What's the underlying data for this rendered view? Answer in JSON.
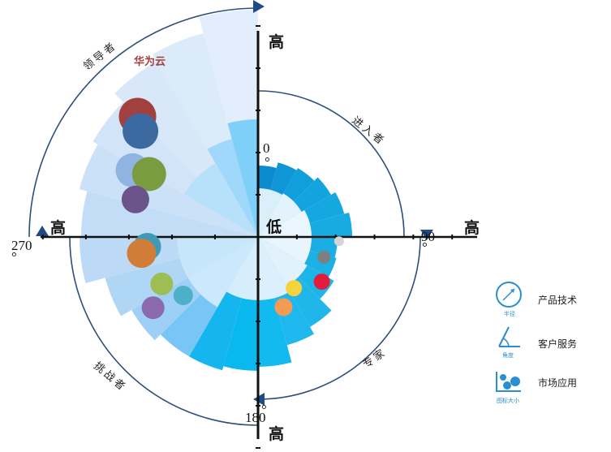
{
  "chart_data": {
    "type": "polar-bubble",
    "axis_labels": {
      "top": "高",
      "right": "高",
      "bottom": "高",
      "left": "高",
      "center": "低"
    },
    "angle_labels": {
      "a0": "0",
      "a90": "90",
      "a180": "180",
      "a270": "270",
      "degree_mark": "°"
    },
    "zones": [
      {
        "name": "领导者",
        "start": 270,
        "end": 360
      },
      {
        "name": "进入者",
        "start": 0,
        "end": 90
      },
      {
        "name": "专家",
        "start": 90,
        "end": 180
      },
      {
        "name": "挑战者",
        "start": 180,
        "end": 270
      }
    ],
    "brand_label": "华为云",
    "wedges": [
      {
        "start": 0,
        "end": 15,
        "r": 88,
        "color": "#0b8ccf"
      },
      {
        "start": 15,
        "end": 30,
        "r": 95,
        "color": "#0e96d6"
      },
      {
        "start": 30,
        "end": 45,
        "r": 98,
        "color": "#119fdc"
      },
      {
        "start": 45,
        "end": 60,
        "r": 104,
        "color": "#13a4df"
      },
      {
        "start": 60,
        "end": 75,
        "r": 110,
        "color": "#15a8e0"
      },
      {
        "start": 75,
        "end": 90,
        "r": 116,
        "color": "#17abe2"
      },
      {
        "start": 90,
        "end": 105,
        "r": 98,
        "color": "#1aaee3"
      },
      {
        "start": 105,
        "end": 120,
        "r": 100,
        "color": "#1cb1e5"
      },
      {
        "start": 120,
        "end": 135,
        "r": 108,
        "color": "#1fb4e7"
      },
      {
        "start": 135,
        "end": 150,
        "r": 128,
        "color": "#20b6ea"
      },
      {
        "start": 150,
        "end": 165,
        "r": 138,
        "color": "#1fb8ee"
      },
      {
        "start": 165,
        "end": 180,
        "r": 160,
        "color": "#13baf0"
      },
      {
        "start": 180,
        "end": 195,
        "r": 165,
        "color": "#0ab8f0"
      },
      {
        "start": 195,
        "end": 210,
        "r": 170,
        "color": "#15b6ef"
      },
      {
        "start": 210,
        "end": 225,
        "r": 170,
        "color": "#78c6f6"
      },
      {
        "start": 225,
        "end": 240,
        "r": 180,
        "color": "#9ed0f6"
      },
      {
        "start": 240,
        "end": 255,
        "r": 195,
        "color": "#b0d6f6"
      },
      {
        "start": 255,
        "end": 270,
        "r": 220,
        "color": "#bcdaf6"
      },
      {
        "start": 270,
        "end": 285,
        "r": 218,
        "color": "#c3ddf6"
      },
      {
        "start": 285,
        "end": 300,
        "r": 228,
        "color": "#cbe1f7"
      },
      {
        "start": 300,
        "end": 315,
        "r": 235,
        "color": "#d2e4f7"
      },
      {
        "start": 315,
        "end": 330,
        "r": 250,
        "color": "#d8e8f8"
      },
      {
        "start": 330,
        "end": 345,
        "r": 260,
        "color": "#dcebf9"
      },
      {
        "start": 345,
        "end": 360,
        "r": 280,
        "color": "#e2eefb"
      }
    ],
    "inner_wedges": [
      {
        "start": 0,
        "end": 30,
        "r": 60,
        "color": "#d9f0fb"
      },
      {
        "start": 30,
        "end": 60,
        "r": 62,
        "color": "#e3f3fc"
      },
      {
        "start": 60,
        "end": 90,
        "r": 66,
        "color": "#eaf6fd"
      },
      {
        "start": 90,
        "end": 120,
        "r": 66,
        "color": "#e9f5fd"
      },
      {
        "start": 120,
        "end": 150,
        "r": 70,
        "color": "#e2f2fc"
      },
      {
        "start": 150,
        "end": 180,
        "r": 78,
        "color": "#dcf0fc"
      },
      {
        "start": 180,
        "end": 210,
        "r": 78,
        "color": "#d6eefb"
      },
      {
        "start": 210,
        "end": 240,
        "r": 100,
        "color": "#cce9fb"
      },
      {
        "start": 240,
        "end": 270,
        "r": 100,
        "color": "#c6e6fb"
      },
      {
        "start": 300,
        "end": 330,
        "r": 105,
        "color": "#b7e1fb"
      },
      {
        "start": 330,
        "end": 345,
        "r": 125,
        "color": "#9fd8fa"
      },
      {
        "start": 345,
        "end": 360,
        "r": 145,
        "color": "#7fd0f8"
      }
    ],
    "points": [
      {
        "angle": 315,
        "radius": 210,
        "size": 23,
        "color": "#a2403e"
      },
      {
        "angle": 312,
        "radius": 195,
        "size": 22,
        "color": "#3c6aa0"
      },
      {
        "angle": 298,
        "radius": 175,
        "size": 21,
        "color": "#8fb4e2"
      },
      {
        "angle": 300,
        "radius": 155,
        "size": 21,
        "color": "#7a9b3f"
      },
      {
        "angle": 287,
        "radius": 158,
        "size": 17,
        "color": "#6a5489"
      },
      {
        "angle": 265,
        "radius": 137,
        "size": 17,
        "color": "#3f9ab8"
      },
      {
        "angle": 262,
        "radius": 145,
        "size": 18,
        "color": "#d17d3a"
      },
      {
        "angle": 244,
        "radius": 132,
        "size": 14,
        "color": "#9dbe55"
      },
      {
        "angle": 236,
        "radius": 156,
        "size": 14,
        "color": "#8a6aaa"
      },
      {
        "angle": 232,
        "radius": 117,
        "size": 12,
        "color": "#4bb0c8"
      },
      {
        "angle": 93,
        "radius": 100,
        "size": 6,
        "color": "#d4d4d4"
      },
      {
        "angle": 107,
        "radius": 85,
        "size": 8,
        "color": "#7f7f7f"
      },
      {
        "angle": 125,
        "radius": 96,
        "size": 10,
        "color": "#e11c3c"
      },
      {
        "angle": 145,
        "radius": 77,
        "size": 10,
        "color": "#f5d33c"
      },
      {
        "angle": 160,
        "radius": 92,
        "size": 11,
        "color": "#f39a53"
      }
    ],
    "legend": [
      {
        "label": "产品技术",
        "sub": "半径",
        "icon": "radius"
      },
      {
        "label": "客户服务",
        "sub": "角度",
        "icon": "angle"
      },
      {
        "label": "市场应用",
        "sub": "图标大小",
        "icon": "bubble"
      }
    ],
    "colors": {
      "axis": "#111111",
      "arc": "#2d4f7c",
      "legend_icon": "#2a8fd0"
    }
  }
}
